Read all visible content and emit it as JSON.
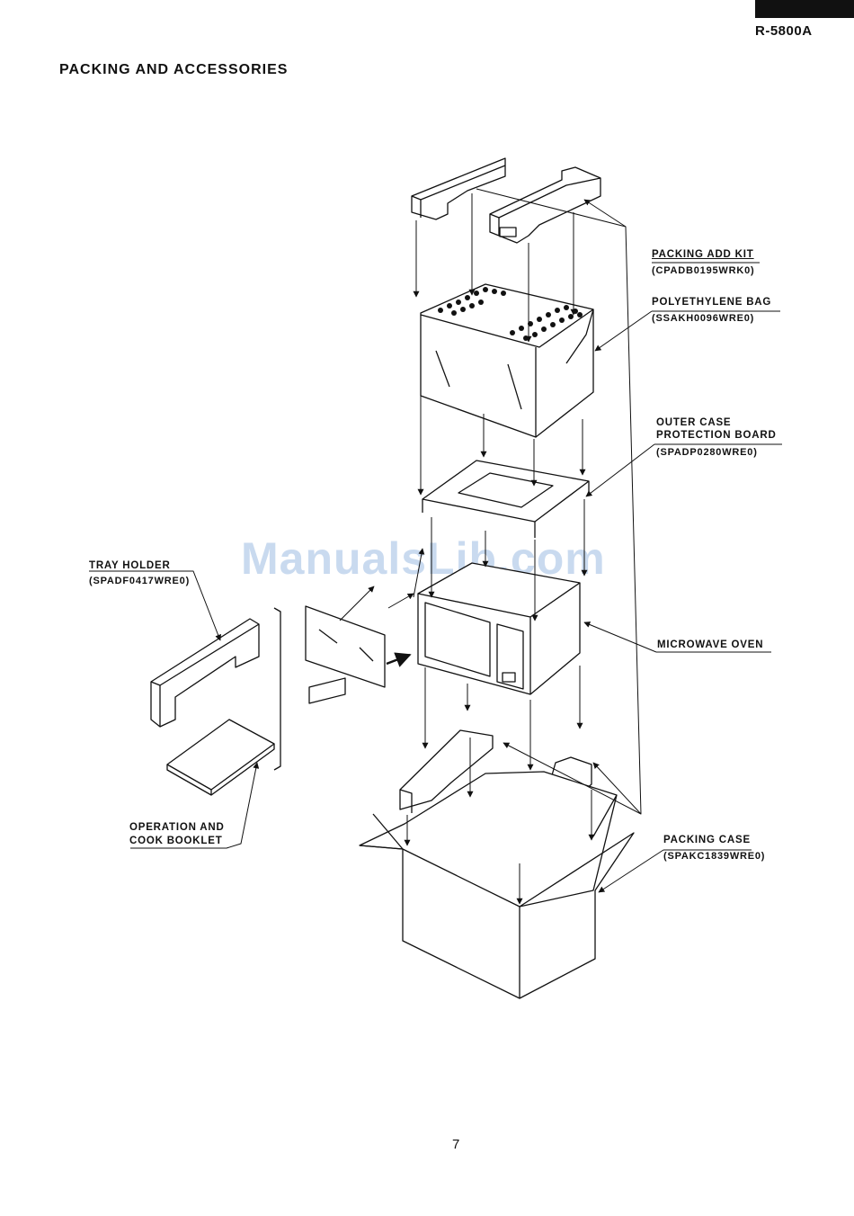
{
  "header": {
    "model": "R-5800A"
  },
  "title": "PACKING AND ACCESSORIES",
  "watermark": "ManualsLib.com",
  "labels": {
    "packing_add_kit": {
      "name": "PACKING ADD KIT",
      "code": "(CPADB0195WRK0)"
    },
    "polyethylene_bag": {
      "name": "POLYETHYLENE BAG",
      "code": "(SSAKH0096WRE0)"
    },
    "outer_case_board": {
      "name_line1": "OUTER CASE",
      "name_line2": "PROTECTION BOARD",
      "code": "(SPADP0280WRE0)"
    },
    "tray_holder": {
      "name": "TRAY HOLDER",
      "code": "(SPADF0417WRE0)"
    },
    "microwave_oven": {
      "name": "MICROWAVE OVEN"
    },
    "operation_booklet": {
      "name_line1": "OPERATION AND",
      "name_line2": "COOK BOOKLET"
    },
    "packing_case": {
      "name": "PACKING CASE",
      "code": "(SPAKC1839WRE0)"
    }
  },
  "page_number": "7"
}
